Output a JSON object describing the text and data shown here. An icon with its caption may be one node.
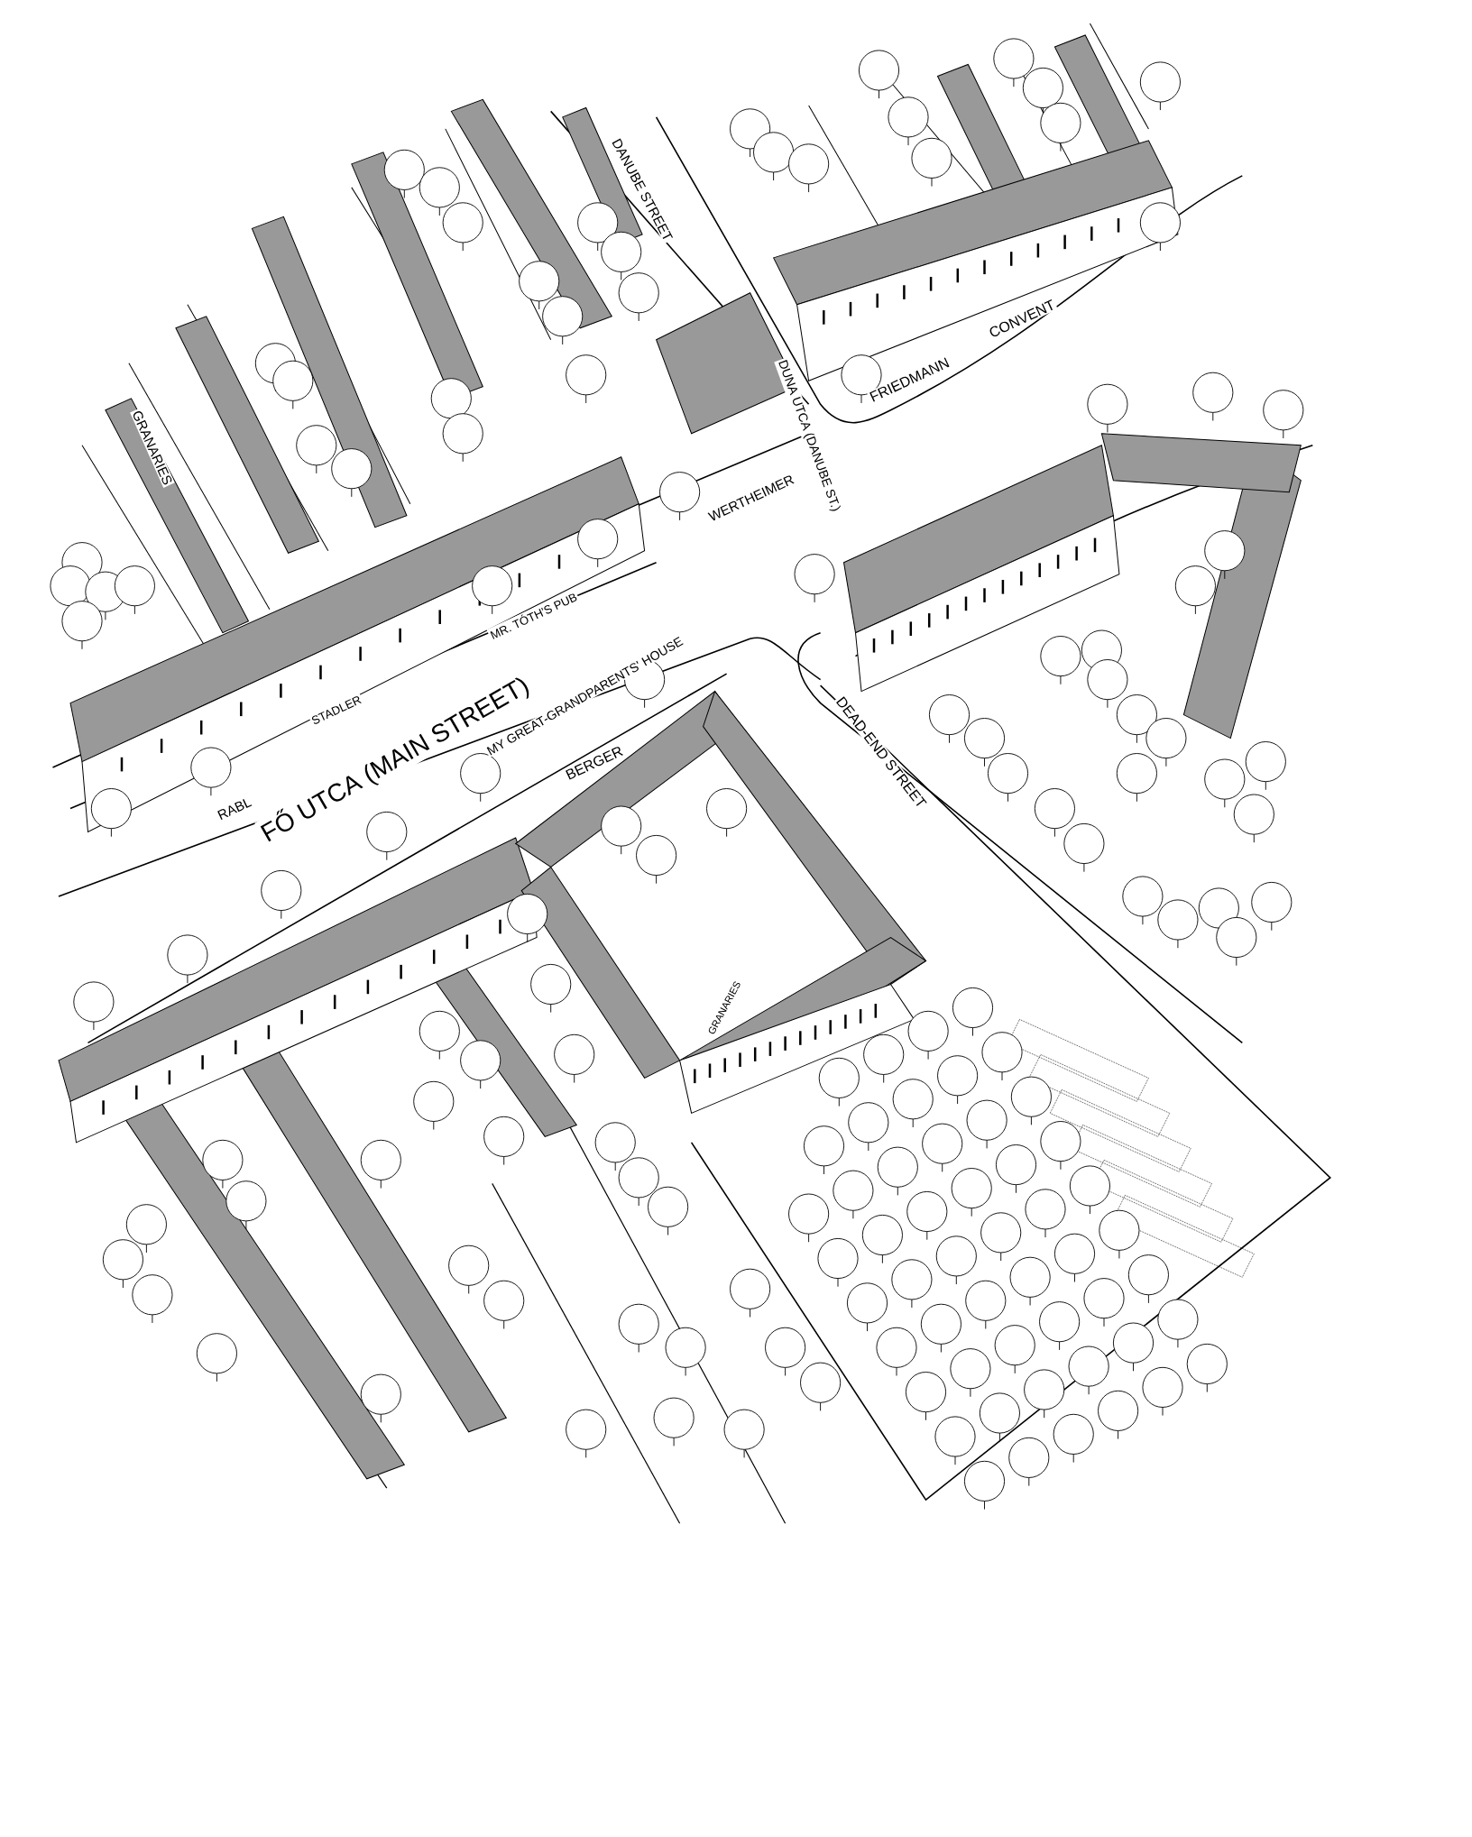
{
  "diagram": {
    "labels": [
      "DANUBE STREET",
      "CONVENT",
      "FRIEDMANN",
      "GRANARIES",
      "DUNA UTCA (DANUBE ST.)",
      "WERTHEIMER",
      "MR. TÓTH'S PUB",
      "MY GREAT-GRANDPARENTS' HOUSE",
      "STADLER",
      "DEAD-END STREET",
      "FŐ UTCA (MAIN STREET)",
      "BERGER",
      "RABL",
      "GRANARIES"
    ]
  }
}
